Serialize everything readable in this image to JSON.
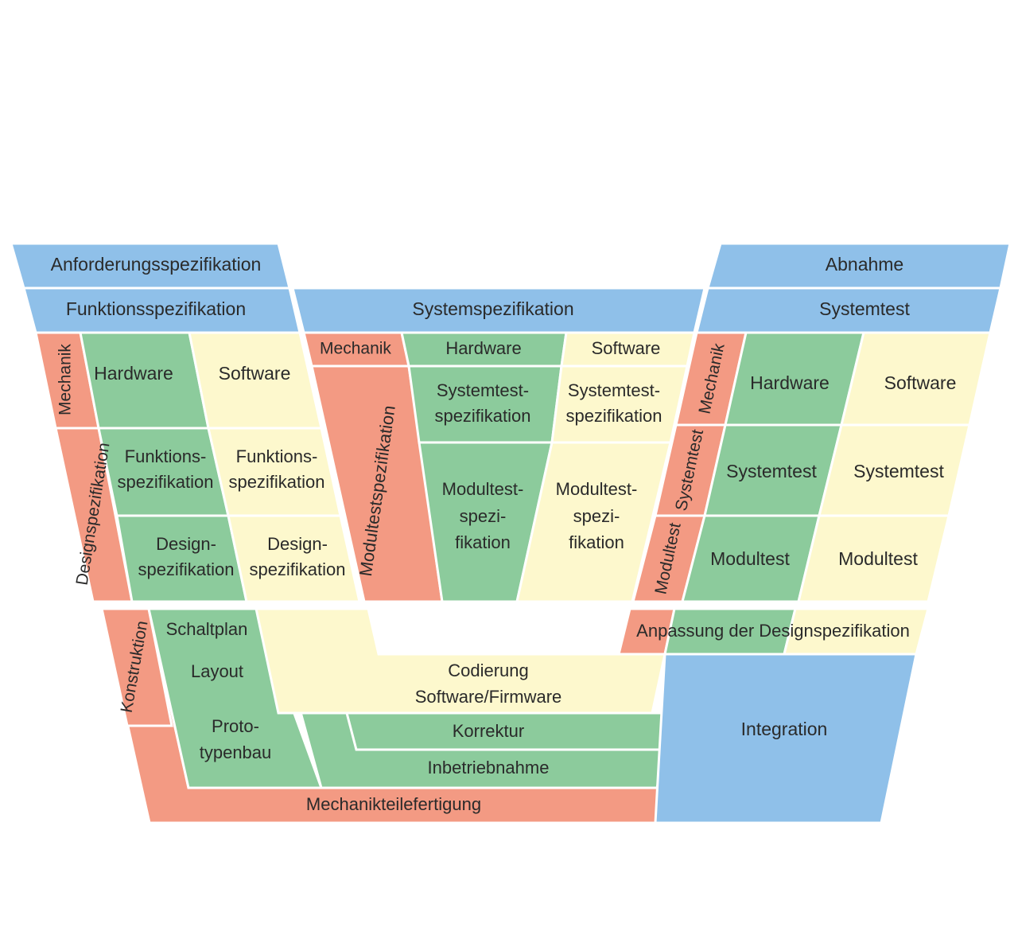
{
  "colors": {
    "blue": "#8fc0e9",
    "green": "#8ccb9c",
    "cream": "#fdf8cd",
    "red": "#f39a83"
  },
  "left": {
    "anforderung": "Anforderungsspezifikation",
    "funktionsspez": "Funktionsspezifikation",
    "mechanik": "Mechanik",
    "hardware": "Hardware",
    "software": "Software",
    "designspez_vertical": "Designspezifikation",
    "hw_funktions": [
      "Funktions-",
      "spezifikation"
    ],
    "sw_funktions": [
      "Funktions-",
      "spezifikation"
    ],
    "hw_design": [
      "Design-",
      "spezifikation"
    ],
    "sw_design": [
      "Design-",
      "spezifikation"
    ]
  },
  "middle": {
    "systemspez": "Systemspezifikation",
    "mechanik": "Mechanik",
    "hardware": "Hardware",
    "software": "Software",
    "modultestspez_vertical": "Modultestspezifikation",
    "hw_systemtest": [
      "Systemtest-",
      "spezifikation"
    ],
    "sw_systemtest": [
      "Systemtest-",
      "spezifikation"
    ],
    "hw_modultest": [
      "Modultest-",
      "spezi-",
      "fikation"
    ],
    "sw_modultest": [
      "Modultest-",
      "spezi-",
      "fikation"
    ]
  },
  "right": {
    "abnahme": "Abnahme",
    "systemtest_header": "Systemtest",
    "mechanik": "Mechanik",
    "hardware": "Hardware",
    "software": "Software",
    "systemtest_vertical": "Systemtest",
    "hw_systemtest": "Systemtest",
    "sw_systemtest": "Systemtest",
    "modultest_vertical": "Modultest",
    "hw_modultest": "Modultest",
    "sw_modultest": "Modultest",
    "anpassung": "Anpassung der Designspezifikation"
  },
  "bottom": {
    "konstruktion": "Konstruktion",
    "schaltplan": "Schaltplan",
    "layout": "Layout",
    "prototypenbau": [
      "Proto-",
      "typenbau"
    ],
    "codierung": [
      "Codierung",
      "Software/Firmware"
    ],
    "korrektur": "Korrektur",
    "inbetriebnahme": "Inbetriebnahme",
    "mechanikteilefertigung": "Mechanikteilefertigung",
    "integration": "Integration"
  }
}
